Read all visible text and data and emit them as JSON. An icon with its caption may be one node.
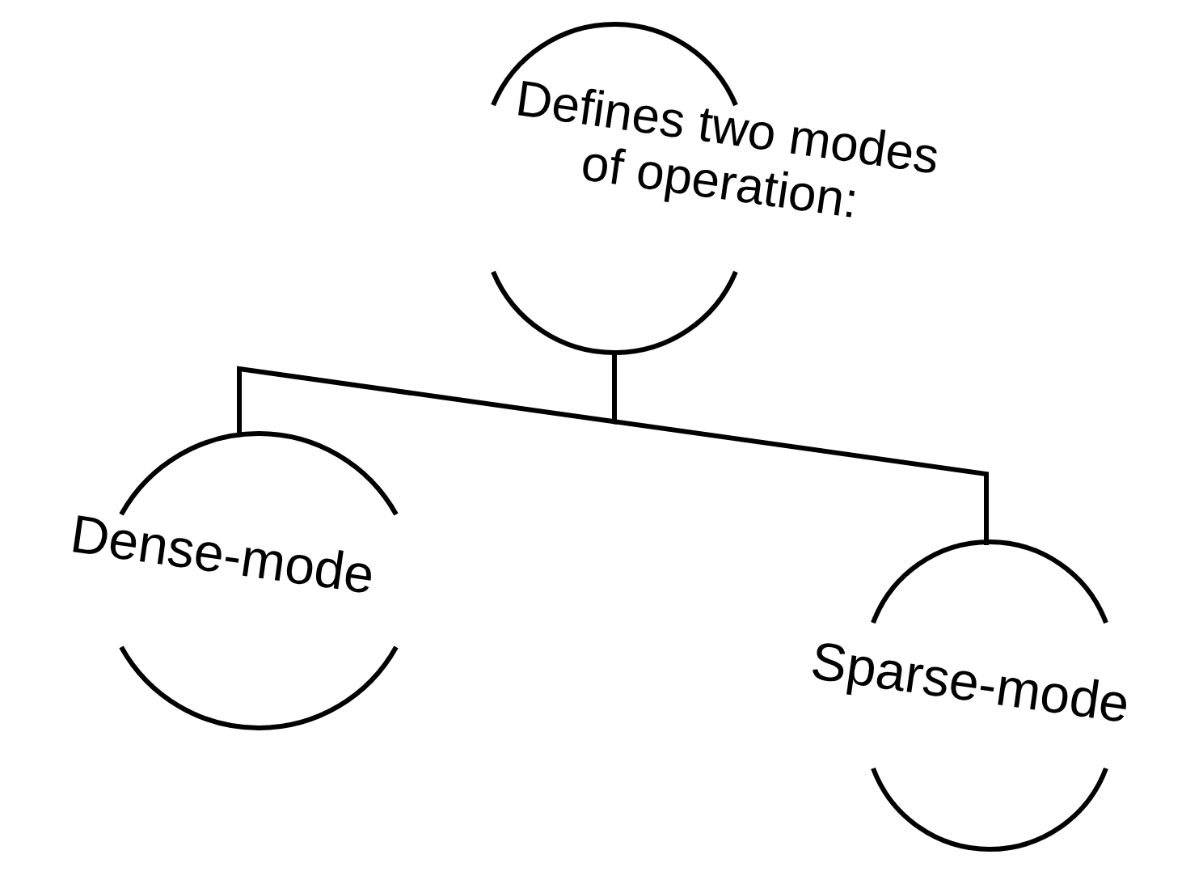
{
  "diagram": {
    "nodes": [
      {
        "text": [
          "Defines two modes of operation:"
        ]
      },
      {
        "text": [
          "Dense-mode"
        ]
      },
      {
        "text": [
          "Sparse-mode"
        ]
      }
    ],
    "edges": [
      {
        "from": 0,
        "to": 1,
        "arrow": "none"
      },
      {
        "from": 0,
        "to": 2,
        "arrow": "none"
      }
    ]
  }
}
